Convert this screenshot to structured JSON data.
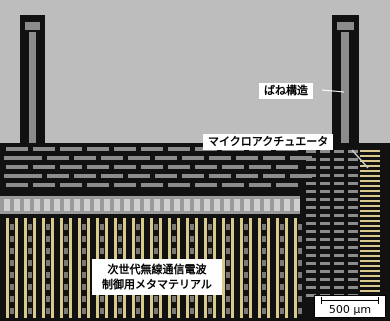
{
  "labels": {
    "spring": "ばね構造",
    "actuator": "マイクロアクチュエータ",
    "metamaterial_line1": "次世代無線通信電波",
    "metamaterial_line2": "制御用メタマテリアル"
  },
  "scale_bar": {
    "text": "500 μm"
  },
  "colors": {
    "substrate": "#bdbdbd",
    "structure": "#111111",
    "slots": "#8c8c8c",
    "strips": "#d9c98a",
    "callout_bg": "#ffffff"
  }
}
